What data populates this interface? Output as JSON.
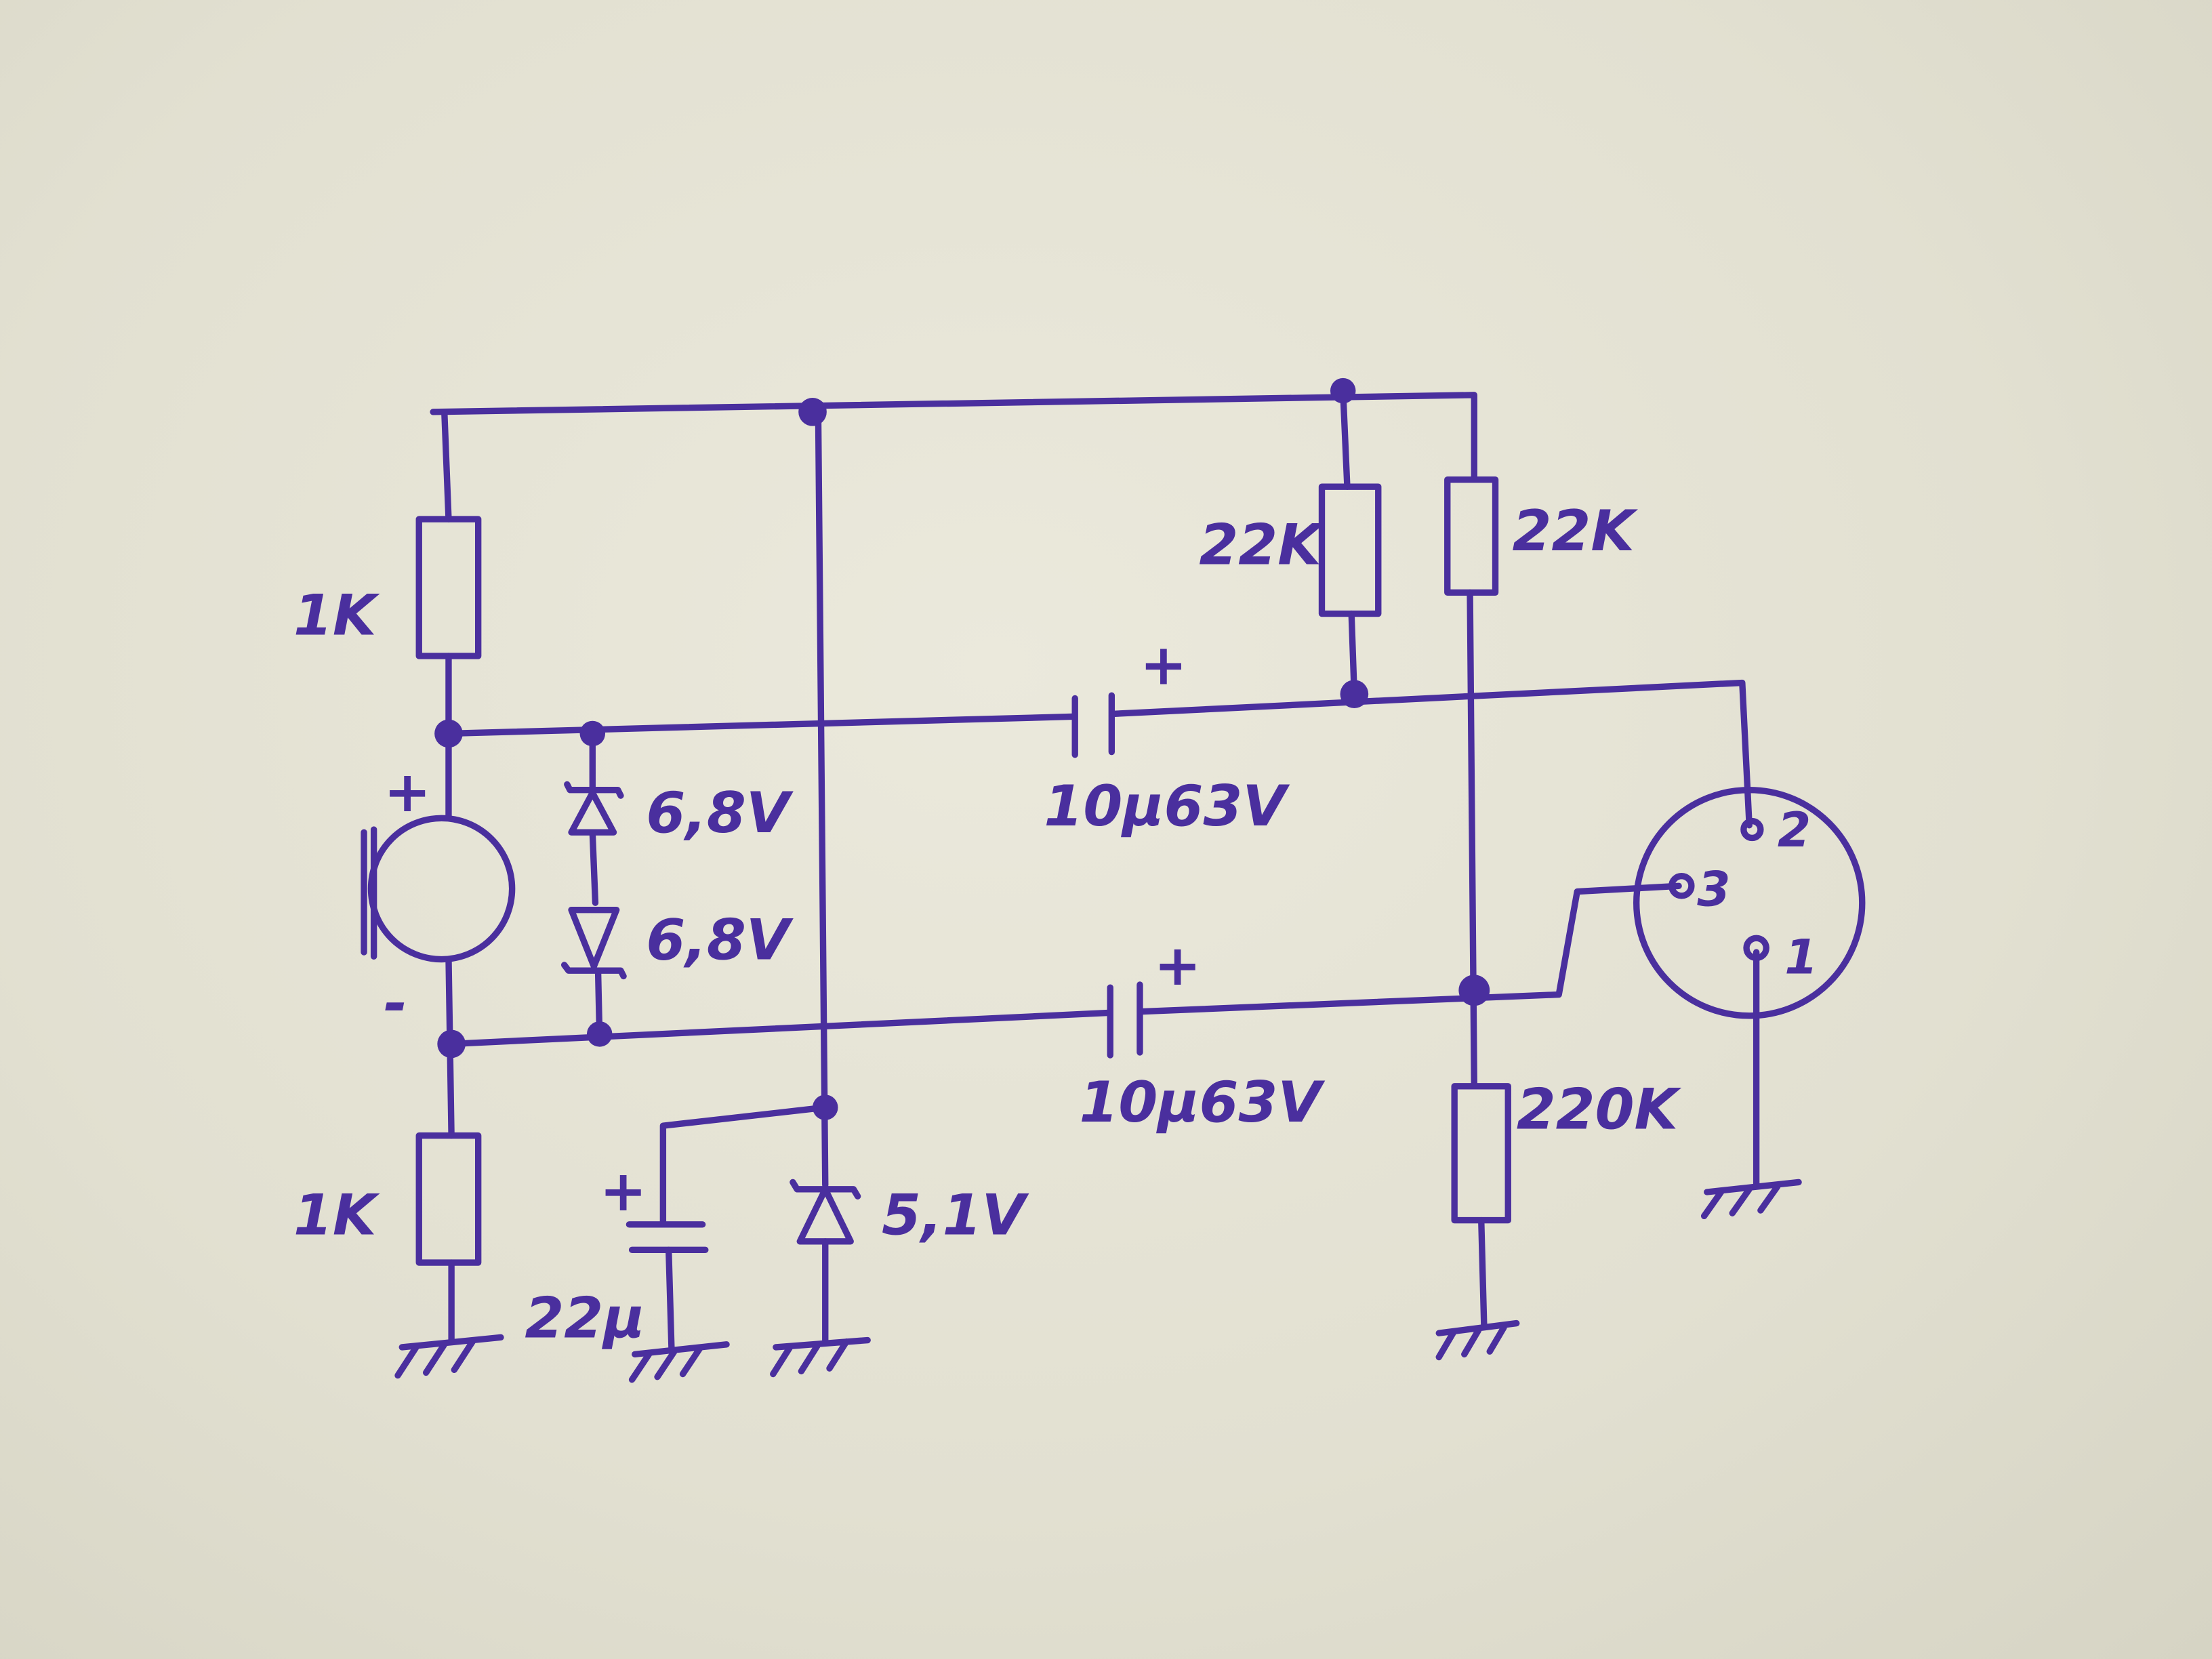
{
  "colors": {
    "paper": "#e4e2d4",
    "ink": "#4a2f9e"
  },
  "labels": {
    "r1_top": "1K",
    "r1_bottom": "1K",
    "zener1": "6,8V",
    "zener2": "6,8V",
    "cap_top": "10µ63V",
    "cap_bottom": "10µ63V",
    "cap_top_plus": "+",
    "cap_bottom_plus": "+",
    "r22k_left": "22K",
    "r22k_right": "22K",
    "r220k": "220K",
    "cap_22u": "22µ",
    "cap_22u_plus": "+",
    "zener_51": "5,1V",
    "mic_plus": "+",
    "mic_minus": "-",
    "xlr_pin1": "1",
    "xlr_pin2": "2",
    "xlr_pin3": "3"
  }
}
